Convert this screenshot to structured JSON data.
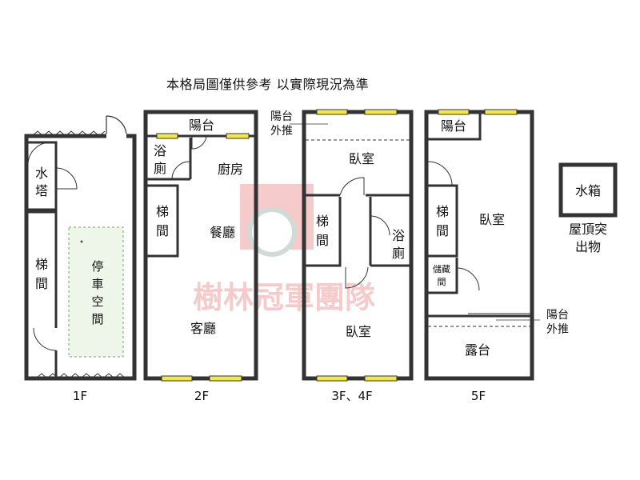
{
  "disclaimer": "本格局圖僅供參考 以實際現況為準",
  "colors": {
    "wall": "#333333",
    "window": "#f3e84a",
    "watermark": "#e46b6b"
  },
  "watermark": {
    "brand": "樹林冠軍團隊"
  },
  "floors": {
    "f1": {
      "label": "1F",
      "water_tower": [
        "水",
        "塔"
      ],
      "stairs": [
        "梯",
        "間"
      ],
      "parking": [
        "停",
        "車",
        "空",
        "間"
      ]
    },
    "f2": {
      "label": "2F",
      "balcony": "陽台",
      "bath": [
        "浴",
        "廁"
      ],
      "kitchen": "廚房",
      "stairs": [
        "梯",
        "間"
      ],
      "dining": "餐廳",
      "living": "客廳"
    },
    "f34": {
      "label": "3F、4F",
      "balcony_note": [
        "陽台",
        "外推"
      ],
      "bedroom_top": "臥室",
      "stairs": [
        "梯",
        "間"
      ],
      "bath": [
        "浴",
        "廁"
      ],
      "bedroom_bottom": "臥室"
    },
    "f5": {
      "label": "5F",
      "balcony": "陽台",
      "stairs": [
        "梯",
        "間"
      ],
      "storage": [
        "儲藏",
        "間"
      ],
      "bedroom": "臥室",
      "balcony_note": [
        "陽台",
        "外推"
      ],
      "terrace": "露台"
    },
    "roof": {
      "tank": "水箱",
      "caption": [
        "屋頂突",
        "出物"
      ]
    }
  }
}
